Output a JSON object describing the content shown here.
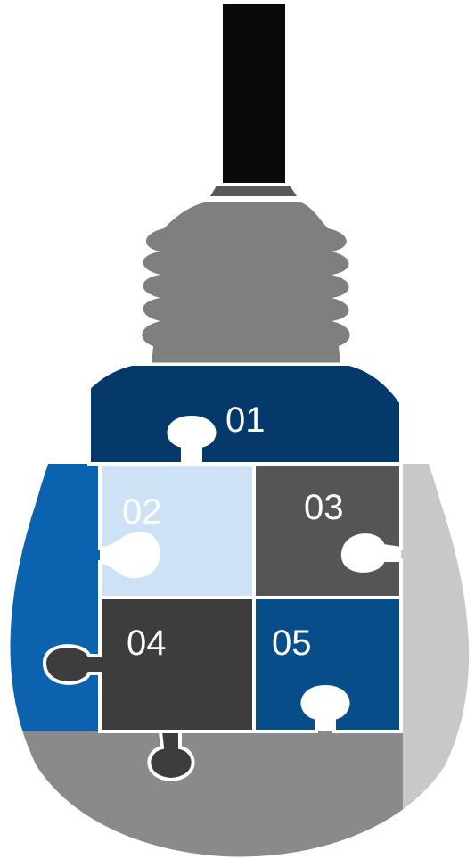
{
  "pieces": [
    {
      "id": "01",
      "label": "01",
      "color": "#05386b"
    },
    {
      "id": "02",
      "label": "02",
      "color": "#cde2f5",
      "text_color": "#eef5fc"
    },
    {
      "id": "03",
      "label": "03",
      "color": "#555555"
    },
    {
      "id": "04",
      "label": "04",
      "color": "#3d3d3d"
    },
    {
      "id": "05",
      "label": "05",
      "color": "#064d8a"
    }
  ],
  "colors": {
    "cord": "#0a0a0a",
    "socket_ring": "#595959",
    "screw_base": "#7f7f7f",
    "left_blue": "#0b63b0",
    "right_light": "#c8c8c8",
    "bottom_gray": "#8a8a8a",
    "outline": "#ffffff"
  }
}
